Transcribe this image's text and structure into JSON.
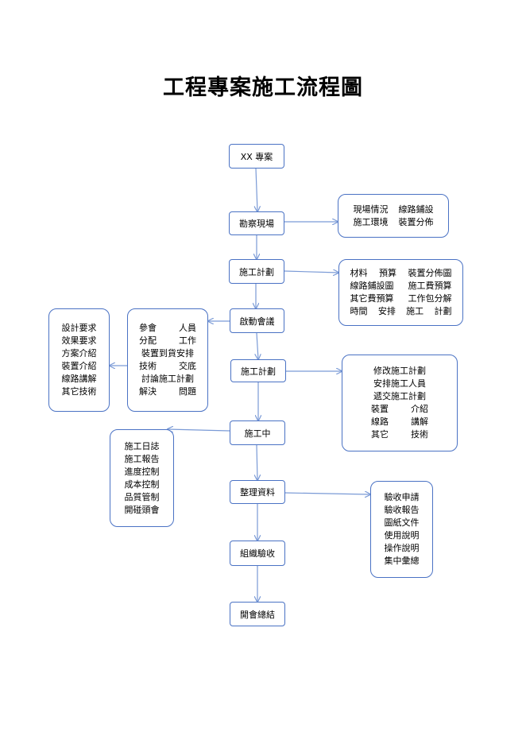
{
  "title": "工程專案施工流程圖",
  "steps": [
    "XX 專案",
    "勘察現場",
    "施工計劃",
    "啟動會議",
    "施工計劃",
    "施工中",
    "整理資料",
    "組織驗收",
    "開會總結"
  ],
  "notes": {
    "survey": [
      [
        "現場情況",
        "線路鋪設"
      ],
      [
        "施工環境",
        "裝置分佈"
      ]
    ],
    "plan1": [
      [
        "材料",
        "預算",
        "裝置分佈圖"
      ],
      [
        "線路鋪設圖",
        "施工費預算"
      ],
      [
        "其它費預算",
        "工作包分解"
      ],
      [
        "時間",
        "安排",
        "施工",
        "計劃"
      ]
    ],
    "meeting": [
      [
        "參會",
        "人員"
      ],
      [
        "分配",
        "工作"
      ],
      [
        "裝置到貨安排"
      ],
      [
        "技術",
        "交底"
      ],
      [
        "討論施工計劃"
      ],
      [
        "解決",
        "問題"
      ]
    ],
    "requirements": [
      "設計要求",
      "效果要求",
      "方案介紹",
      "裝置介紹",
      "線路講解",
      "其它技術"
    ],
    "plan2": [
      [
        "修改施工計劃"
      ],
      [
        "安排施工人員"
      ],
      [
        "遞交施工計劃"
      ],
      [
        "裝置",
        "介紹"
      ],
      [
        "線路",
        "講解"
      ],
      [
        "其它",
        "技術"
      ]
    ],
    "progress": [
      "施工日誌",
      "施工報告",
      "進度控制",
      "成本控制",
      "品質管制",
      "開碰頭會"
    ],
    "acceptance": [
      "驗收申請",
      "驗收報告",
      "圖紙文件",
      "使用說明",
      "操作說明",
      "集中彙總"
    ]
  },
  "colors": {
    "border": "#4a72c4",
    "arrow": "#7a9ad6"
  }
}
